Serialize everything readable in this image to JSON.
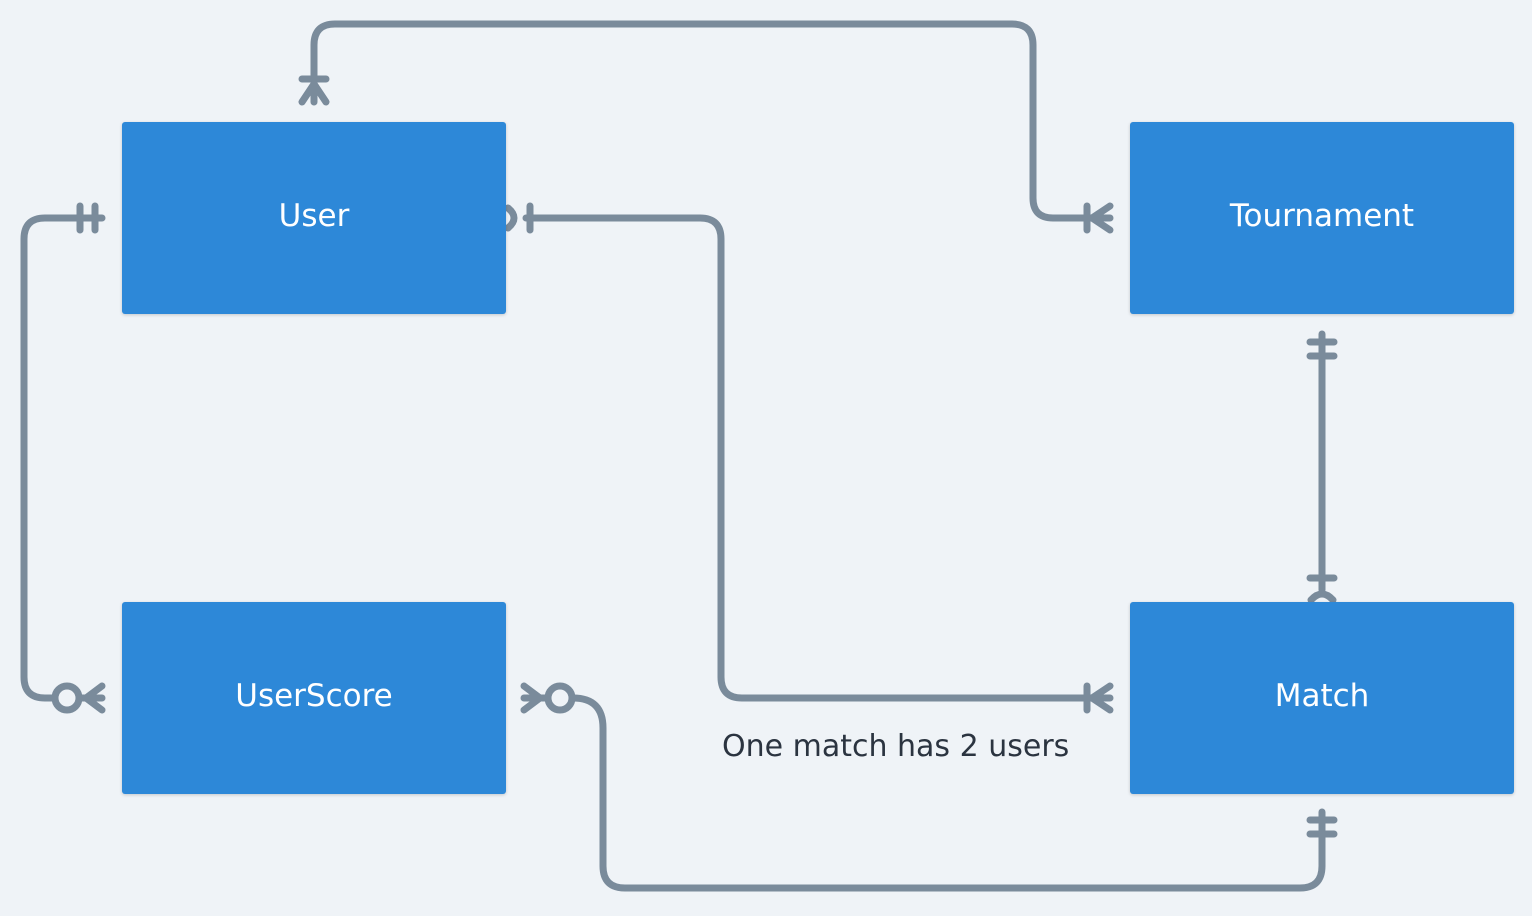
{
  "diagram": {
    "entities": {
      "user": {
        "label": "User"
      },
      "tournament": {
        "label": "Tournament"
      },
      "userscore": {
        "label": "UserScore"
      },
      "match": {
        "label": "Match"
      }
    },
    "annotation": "One match has 2 users",
    "relationships": [
      {
        "from": "User",
        "from_cardinality": "one-or-many",
        "to": "Tournament",
        "to_cardinality": "one-or-many"
      },
      {
        "from": "User",
        "from_cardinality": "zero-or-one",
        "to": "Match",
        "to_cardinality": "one-or-many"
      },
      {
        "from": "User",
        "from_cardinality": "exactly-one",
        "to": "UserScore",
        "to_cardinality": "zero-or-many"
      },
      {
        "from": "Tournament",
        "from_cardinality": "exactly-one",
        "to": "Match",
        "to_cardinality": "zero-or-one"
      },
      {
        "from": "UserScore",
        "from_cardinality": "zero-or-many",
        "to": "Match",
        "to_cardinality": "exactly-one"
      }
    ],
    "colors": {
      "entity_fill": "#2d88d8",
      "entity_text": "#ffffff",
      "connector": "#7a8b9b",
      "background": "#eff3f7",
      "annotation_text": "#2b3440"
    }
  }
}
